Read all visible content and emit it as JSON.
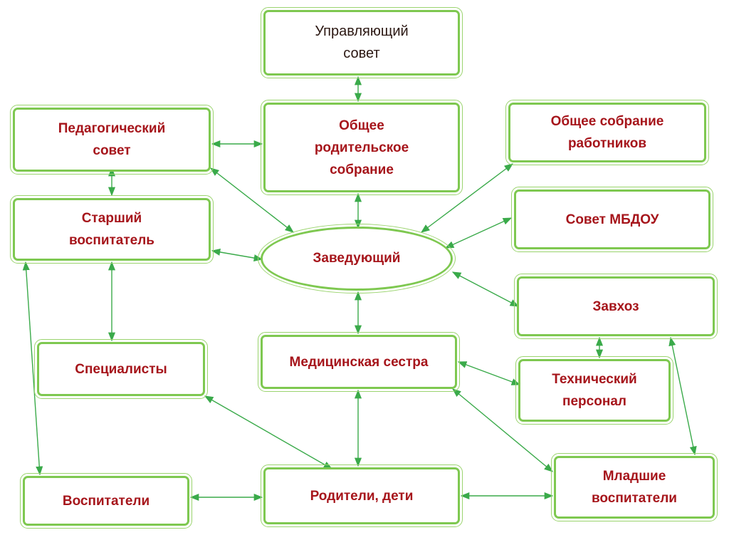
{
  "colors": {
    "border": "#7ec850",
    "arrow": "#3aaa4a",
    "text": "#a6151b",
    "text_dark": "#2b1712"
  },
  "nodes": {
    "governing_council": "Управляющий\nсовет",
    "pedagogical_council": "Педагогический\nсовет",
    "parent_meeting": "Общее\nродительское\nсобрание",
    "staff_meeting": "Общее собрание\nработников",
    "senior_educator": "Старший\nвоспитатель",
    "mbdou_council": "Совет МБДОУ",
    "head": "Заведующий",
    "supply_manager": "Завхоз",
    "specialists": "Специалисты",
    "nurse": "Медицинская сестра",
    "technical_staff": "Технический\nперсонал",
    "educators": "Воспитатели",
    "parents_children": "Родители, дети",
    "junior_educators": "Младшие\nвоспитатели"
  }
}
